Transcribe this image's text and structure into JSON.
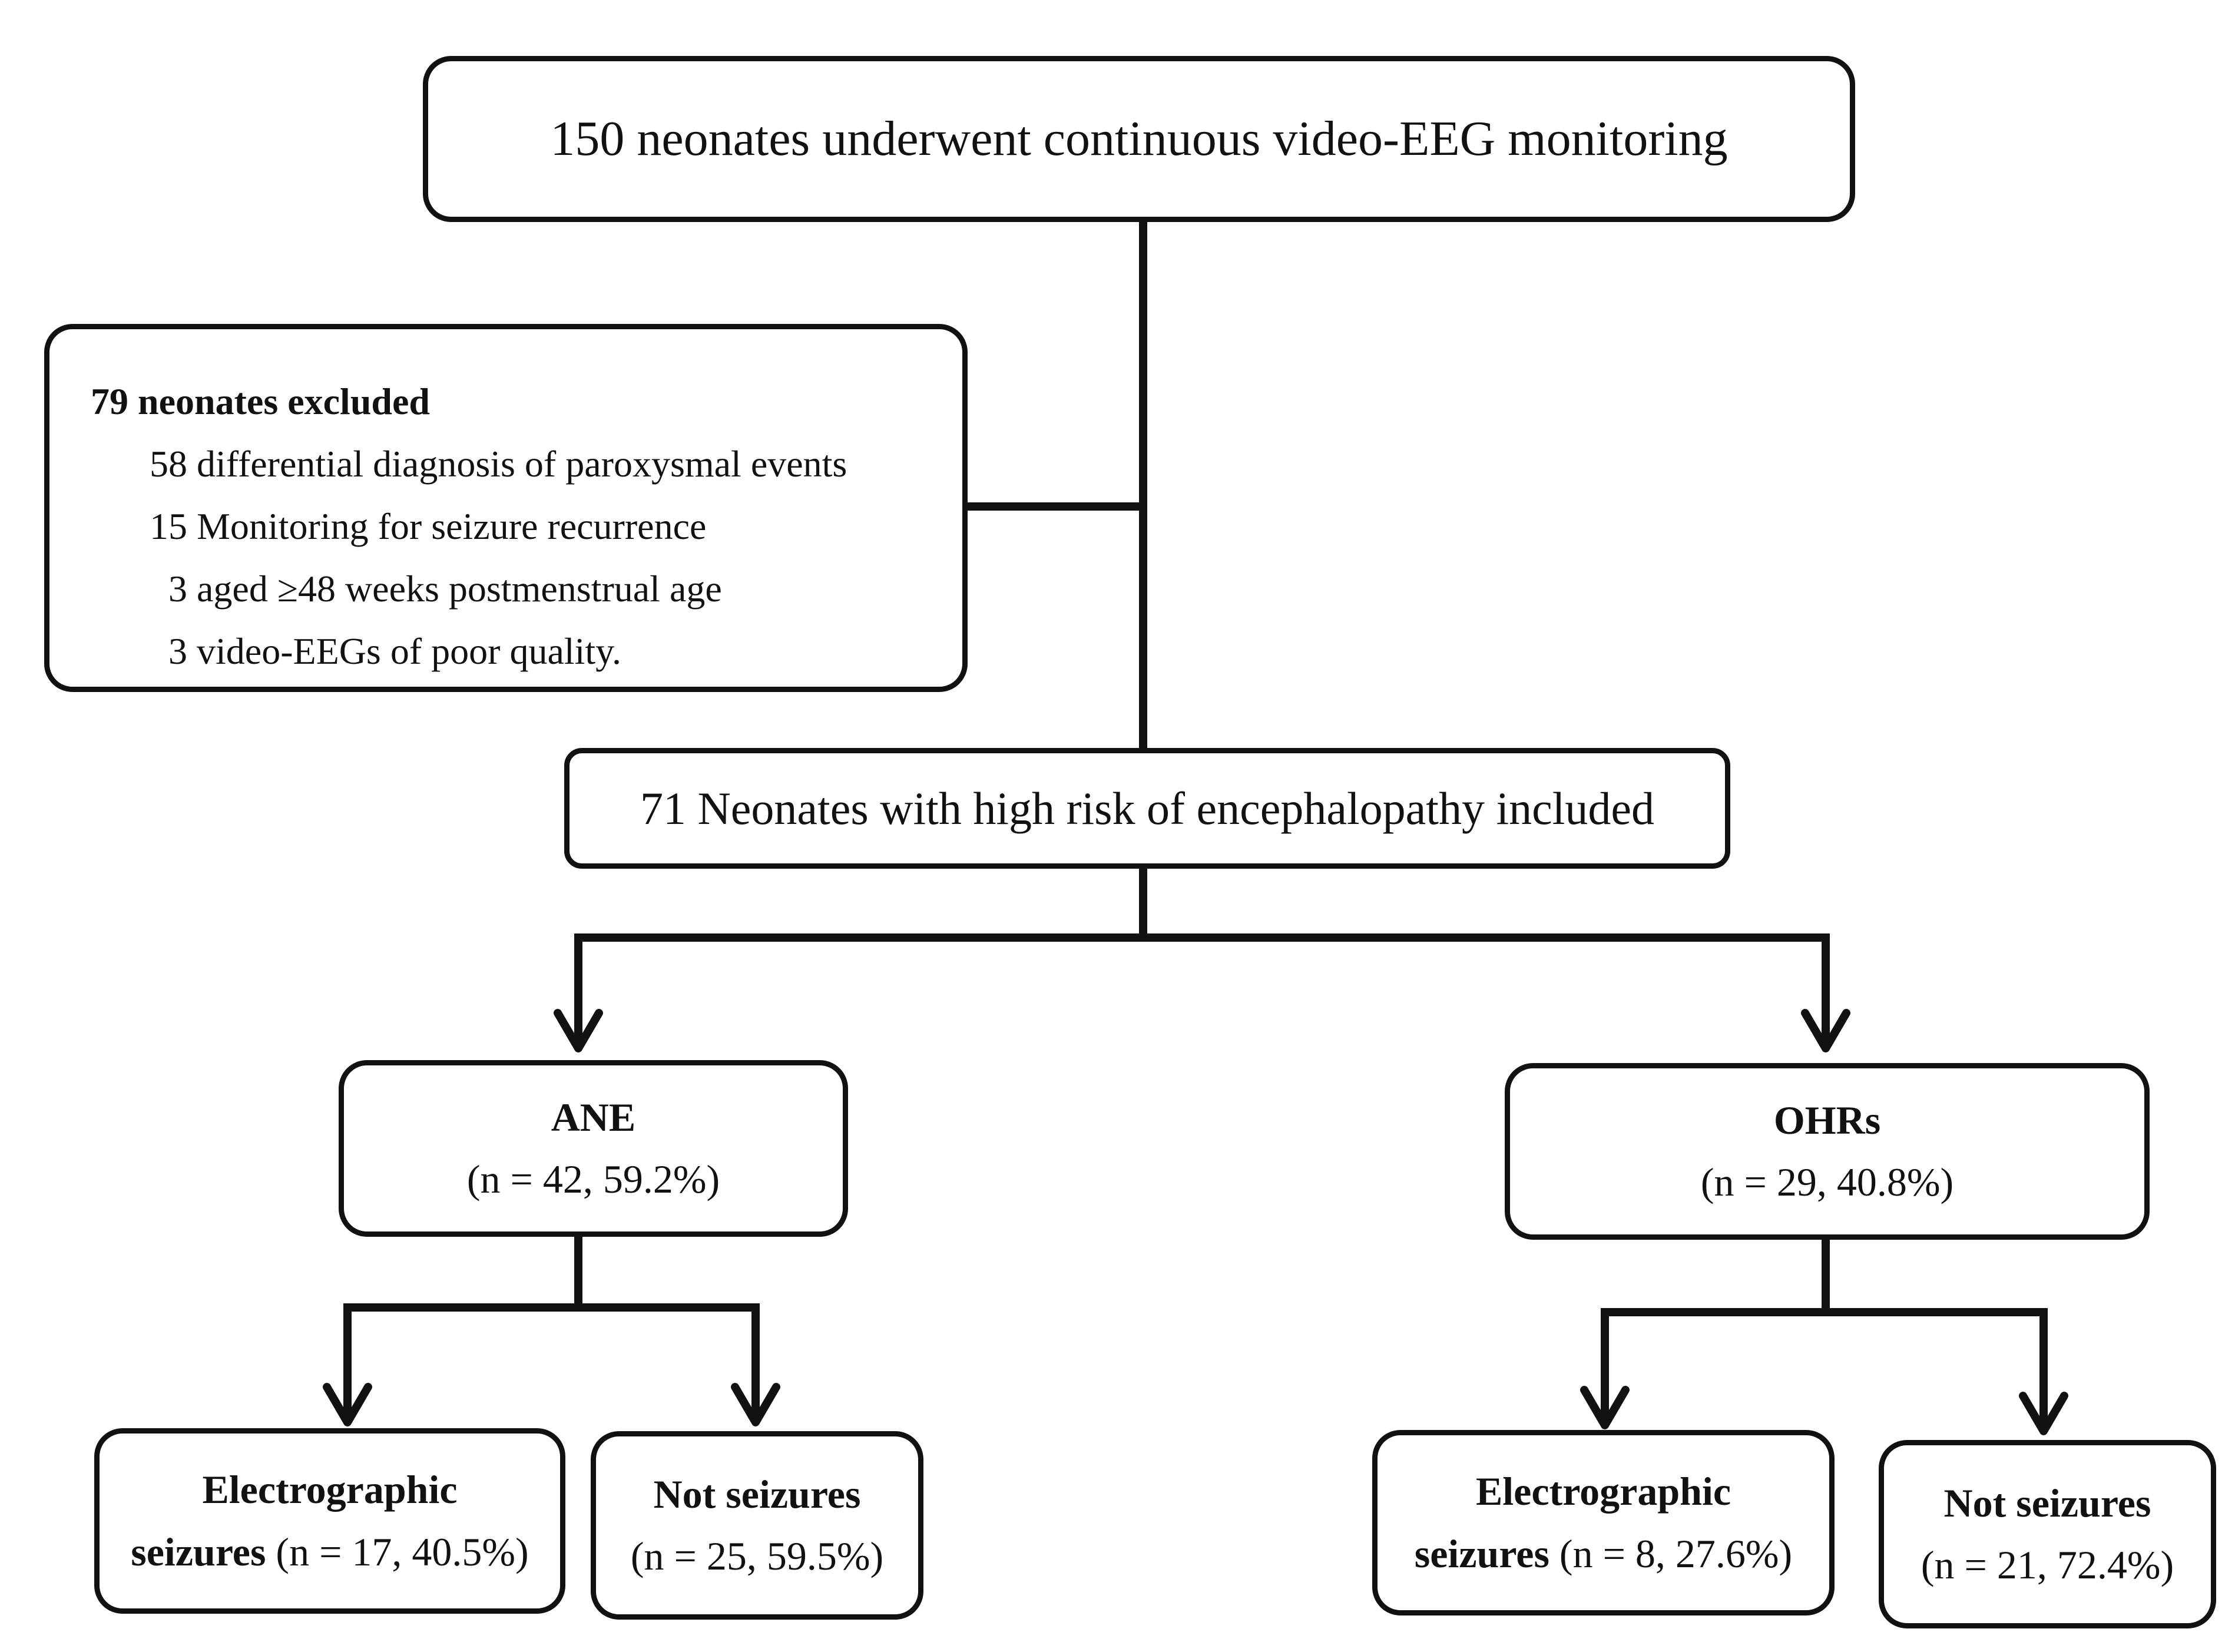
{
  "colors": {
    "line": "#111111",
    "background": "#ffffff"
  },
  "top_box": {
    "text": "150 neonates underwent continuous video-EEG monitoring"
  },
  "excluded_box": {
    "heading": "79 neonates excluded",
    "items": [
      "58 differential diagnosis of paroxysmal events",
      "15 Monitoring for seizure recurrence",
      "3 aged ≥48 weeks postmenstrual age",
      "3 video-EEGs of poor quality."
    ]
  },
  "included_box": {
    "text": "71 Neonates with high risk of encephalopathy included"
  },
  "ane_box": {
    "title": "ANE",
    "stats": "(n = 42, 59.2%)"
  },
  "ohrs_box": {
    "title": "OHRs",
    "stats": "(n = 29, 40.8%)"
  },
  "ane_seizures_box": {
    "line1": "Electrographic",
    "line2_bold": "seizures",
    "line2_stats": " (n = 17, 40.5%)"
  },
  "ane_not_box": {
    "title": "Not seizures",
    "stats": "(n = 25, 59.5%)"
  },
  "ohrs_seizures_box": {
    "line1": "Electrographic",
    "line2_bold": "seizures",
    "line2_stats": " (n = 8, 27.6%)"
  },
  "ohrs_not_box": {
    "title": "Not seizures",
    "stats": "(n = 21, 72.4%)"
  }
}
